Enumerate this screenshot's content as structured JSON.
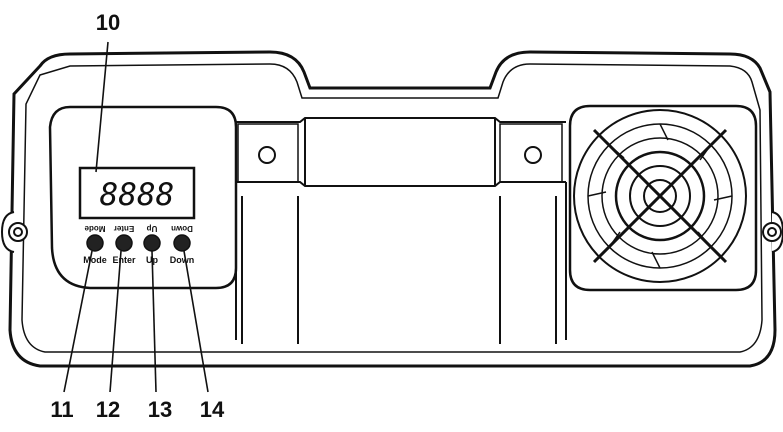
{
  "callouts": {
    "display": "10",
    "mode": "11",
    "enter": "12",
    "up": "13",
    "down": "14"
  },
  "display": {
    "readout": "8888"
  },
  "buttons": [
    {
      "label": "Mode"
    },
    {
      "label": "Enter"
    },
    {
      "label": "Up"
    },
    {
      "label": "Down"
    }
  ],
  "colors": {
    "stroke": "#111111",
    "fill": "#ffffff"
  }
}
